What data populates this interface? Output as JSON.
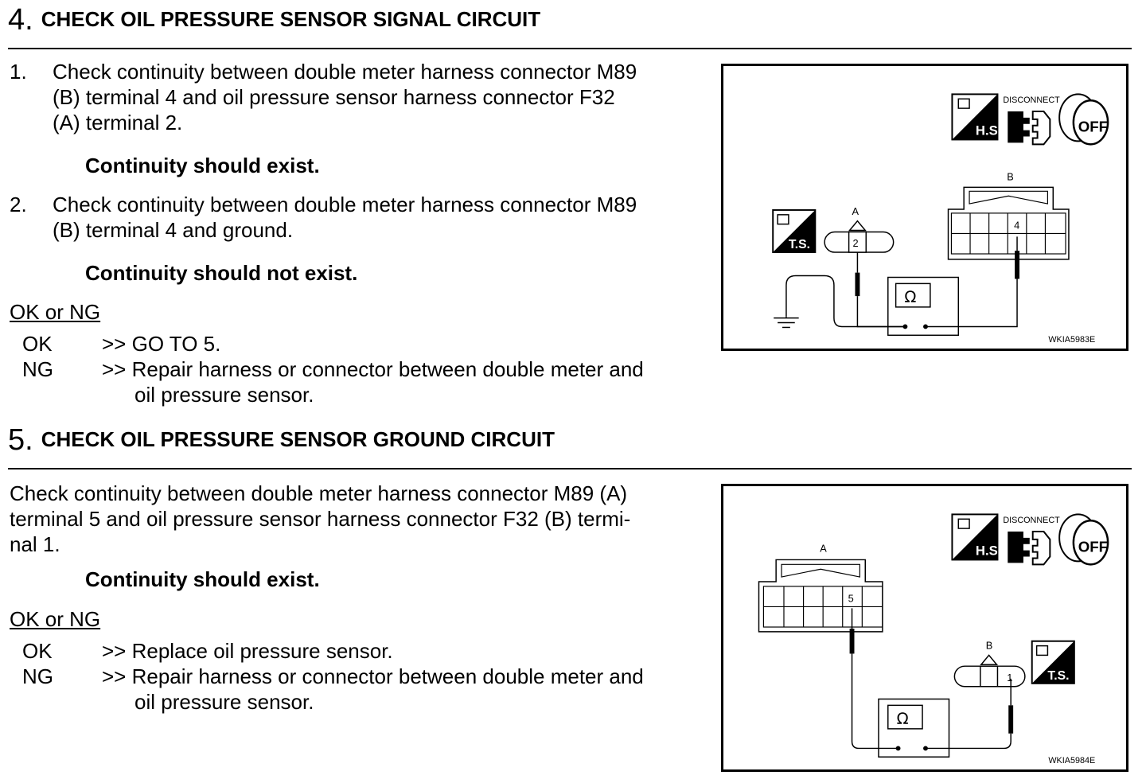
{
  "step4": {
    "number": "4.",
    "title": "CHECK OIL PRESSURE SENSOR SIGNAL CIRCUIT",
    "item1_num": "1.",
    "item1_l1": "Check continuity between double meter harness connector M89",
    "item1_l2": "(B) terminal 4 and oil pressure sensor harness connector F32",
    "item1_l3": "(A) terminal 2.",
    "item1_result": "Continuity should exist.",
    "item2_num": "2.",
    "item2_l1": "Check continuity between double meter harness connector M89",
    "item2_l2": "(B) terminal 4 and ground.",
    "item2_result": "Continuity should not exist.",
    "oknq": "OK or NG",
    "ok_label": "OK",
    "ok_action": ">> GO TO 5.",
    "ng_label": "NG",
    "ng_action_l1": ">> Repair harness or connector between double meter and",
    "ng_action_l2": "oil pressure sensor.",
    "figure": {
      "hs": "H.S.",
      "disconnect": "DISCONNECT",
      "off": "OFF",
      "ts": "T.S.",
      "conn_a": "A",
      "conn_b": "B",
      "term_a": "2",
      "term_b": "4",
      "ohm": "Ω",
      "code": "WKIA5983E"
    }
  },
  "step5": {
    "number": "5.",
    "title": "CHECK OIL PRESSURE SENSOR GROUND CIRCUIT",
    "l1": "Check continuity between double meter harness connector M89 (A)",
    "l2": "terminal 5 and oil pressure sensor harness connector F32 (B) termi-",
    "l3": "nal 1.",
    "result": "Continuity should exist.",
    "oknq": "OK or NG",
    "ok_label": "OK",
    "ok_action": ">> Replace oil pressure sensor.",
    "ng_label": "NG",
    "ng_action_l1": ">> Repair harness or connector between double meter and",
    "ng_action_l2": "oil pressure sensor.",
    "figure": {
      "hs": "H.S.",
      "disconnect": "DISCONNECT",
      "off": "OFF",
      "ts": "T.S.",
      "conn_a": "A",
      "conn_b": "B",
      "term_a": "5",
      "term_b": "1",
      "ohm": "Ω",
      "code": "WKIA5984E"
    }
  }
}
